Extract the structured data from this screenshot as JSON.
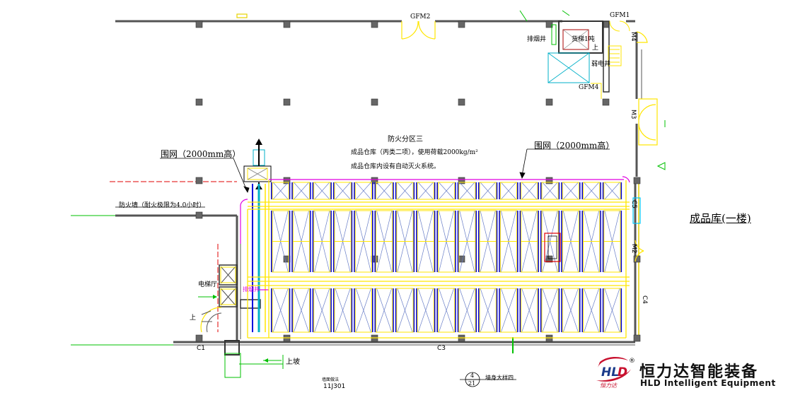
{
  "door_labels": {
    "gfm2": "GFM2",
    "gfm1": "GFM1",
    "gfm4": "GFM4",
    "m4": "M4",
    "m3": "M3",
    "m2": "M2",
    "c5": "C5",
    "c4": "C4",
    "c3": "C3",
    "c1": "C1"
  },
  "room_labels": {
    "smoke_shaft": "排烟井",
    "freight_elevator": "货梯1吨",
    "electric_shaft": "弱电井",
    "elevator_hall": "电梯厅",
    "up_stairs": "上",
    "up_small": "上",
    "up_ramp": "上坡",
    "wall_mark": "排烟井"
  },
  "notes": {
    "fire_zone": "防火分区三",
    "warehouse_line1": "成品仓库（丙类二项），使用荷载2000kg/m²",
    "warehouse_line2": "成品仓库内设有自动灭火系统。",
    "fence_left": "围网（2000mm高）",
    "fence_right": "围网（2000mm高）",
    "fire_wall": "防火墙（耐火极限为4.0小时）",
    "reference_code": "11J301",
    "reference_title": "墙面做法",
    "section_top": "4",
    "section_bottom": "21",
    "section_text": "墙身大样四"
  },
  "title": "成品库(一楼)",
  "logo": {
    "company_cn": "恒力达智能装备",
    "company_en": "HLD Intelligent Equipment",
    "mark_text": "恒力达",
    "registered": "®"
  },
  "colors": {
    "wall": "#555555",
    "rack_yellow": "#ffe600",
    "rack_blue": "#0000dd",
    "rack_x": "#6a7fc8",
    "fence": "#e000e0",
    "grid_green": "#00c000",
    "axis_red": "#e00000",
    "stair_cyan": "#00b0c8",
    "logo_red": "#c8102e"
  }
}
